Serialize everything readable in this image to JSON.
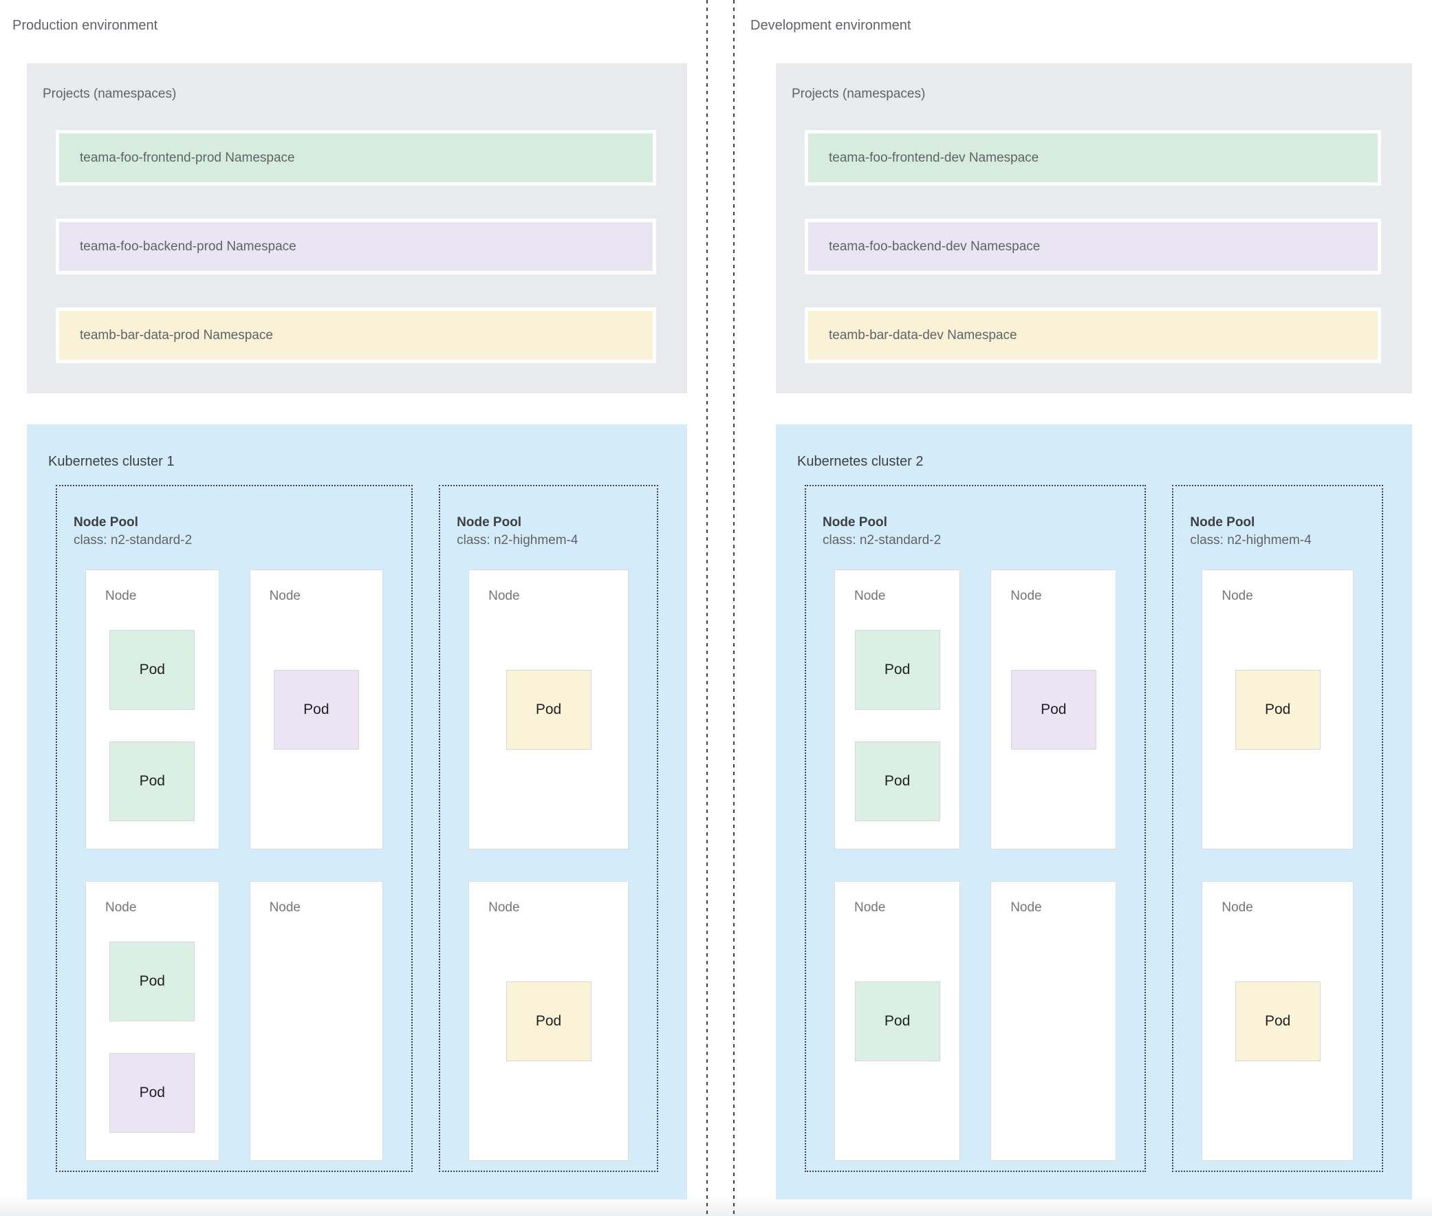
{
  "labels": {
    "pod": "Pod",
    "node": "Node",
    "node_pool": "Node Pool"
  },
  "palette": {
    "projects_bg": "#e8eaed",
    "cluster_bg": "#d4ecfa",
    "green_pod": "#dcefe4",
    "purple_pod": "#ebe4f4",
    "yellow_pod": "#fbf3d8",
    "green_bar": "#d7ecdf",
    "purple_bar": "#eae5f2",
    "yellow_bar": "#faf2d7",
    "node_border": "#dadce0",
    "pod_border": "#d3d7da",
    "dash_color": "#3c4043",
    "text_primary": "#1f2023",
    "text_secondary": "#5f6368",
    "text_node": "#757575",
    "text_title": "#3c4043"
  },
  "environments": [
    {
      "title": "Production environment",
      "projects": {
        "label": "Projects (namespaces)",
        "namespaces": [
          {
            "name": "teama-foo-frontend-prod Namespace",
            "color": "green"
          },
          {
            "name": "teama-foo-backend-prod Namespace",
            "color": "purple"
          },
          {
            "name": "teamb-bar-data-prod Namespace",
            "color": "yellow"
          }
        ]
      },
      "cluster": {
        "title": "Kubernetes cluster 1",
        "pools": [
          {
            "title": "Node Pool",
            "class_line": "class: n2-standard-2",
            "columns": 2,
            "nodes": [
              {
                "label": "Node",
                "layout": "top",
                "pods": [
                  {
                    "label": "Pod",
                    "color": "green"
                  },
                  {
                    "label": "Pod",
                    "color": "green"
                  }
                ]
              },
              {
                "label": "Node",
                "layout": "center",
                "pods": [
                  {
                    "label": "Pod",
                    "color": "purple"
                  }
                ]
              },
              {
                "label": "Node",
                "layout": "top",
                "pods": [
                  {
                    "label": "Pod",
                    "color": "green"
                  },
                  {
                    "label": "Pod",
                    "color": "purple"
                  }
                ]
              },
              {
                "label": "Node",
                "layout": "top",
                "pods": []
              }
            ]
          },
          {
            "title": "Node Pool",
            "class_line": "class: n2-highmem-4",
            "columns": 1,
            "nodes": [
              {
                "label": "Node",
                "layout": "center",
                "pods": [
                  {
                    "label": "Pod",
                    "color": "yellow"
                  }
                ]
              },
              {
                "label": "Node",
                "layout": "center",
                "pods": [
                  {
                    "label": "Pod",
                    "color": "yellow"
                  }
                ]
              }
            ]
          }
        ]
      }
    },
    {
      "title": "Development environment",
      "projects": {
        "label": "Projects (namespaces)",
        "namespaces": [
          {
            "name": "teama-foo-frontend-dev Namespace",
            "color": "green"
          },
          {
            "name": "teama-foo-backend-dev Namespace",
            "color": "purple"
          },
          {
            "name": "teamb-bar-data-dev Namespace",
            "color": "yellow"
          }
        ]
      },
      "cluster": {
        "title": "Kubernetes cluster 2",
        "pools": [
          {
            "title": "Node Pool",
            "class_line": "class: n2-standard-2",
            "columns": 2,
            "nodes": [
              {
                "label": "Node",
                "layout": "top",
                "pods": [
                  {
                    "label": "Pod",
                    "color": "green"
                  },
                  {
                    "label": "Pod",
                    "color": "green"
                  }
                ]
              },
              {
                "label": "Node",
                "layout": "center",
                "pods": [
                  {
                    "label": "Pod",
                    "color": "purple"
                  }
                ]
              },
              {
                "label": "Node",
                "layout": "center",
                "pods": [
                  {
                    "label": "Pod",
                    "color": "green"
                  }
                ]
              },
              {
                "label": "Node",
                "layout": "top",
                "pods": []
              }
            ]
          },
          {
            "title": "Node Pool",
            "class_line": "class: n2-highmem-4",
            "columns": 1,
            "nodes": [
              {
                "label": "Node",
                "layout": "center",
                "pods": [
                  {
                    "label": "Pod",
                    "color": "yellow"
                  }
                ]
              },
              {
                "label": "Node",
                "layout": "center",
                "pods": [
                  {
                    "label": "Pod",
                    "color": "yellow"
                  }
                ]
              }
            ]
          }
        ]
      }
    }
  ]
}
